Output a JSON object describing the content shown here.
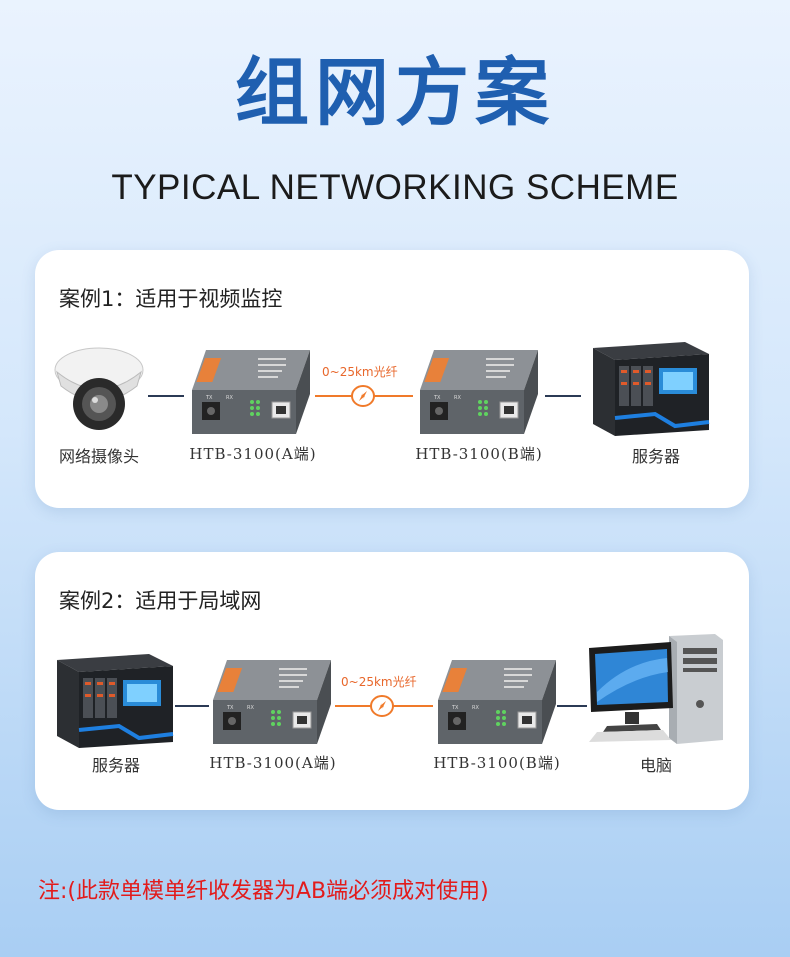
{
  "header": {
    "title": "组网方案",
    "subtitle": "TYPICAL NETWORKING SCHEME"
  },
  "case1": {
    "title": "案例1：适用于视频监控",
    "left_label": "网络摄像头",
    "device_a_label": "HTB-3100(A端)",
    "device_b_label": "HTB-3100(B端)",
    "right_label": "服务器",
    "fiber_label": "0~25km光纤",
    "left_icon": "camera-icon",
    "right_icon": "server-icon"
  },
  "case2": {
    "title": "案例2：适用于局域网",
    "left_label": "服务器",
    "device_a_label": "HTB-3100(A端)",
    "device_b_label": "HTB-3100(B端)",
    "right_label": "电脑",
    "fiber_label": "0~25km光纤",
    "left_icon": "server-icon",
    "right_icon": "computer-icon"
  },
  "note": "注:(此款单模单纤收发器为AB端必须成对使用)",
  "colors": {
    "title": "#1f5fb0",
    "fiber": "#f07a2a",
    "note": "#e21b1b",
    "device_body": "#6e7378",
    "device_badge": "#e8813a"
  }
}
